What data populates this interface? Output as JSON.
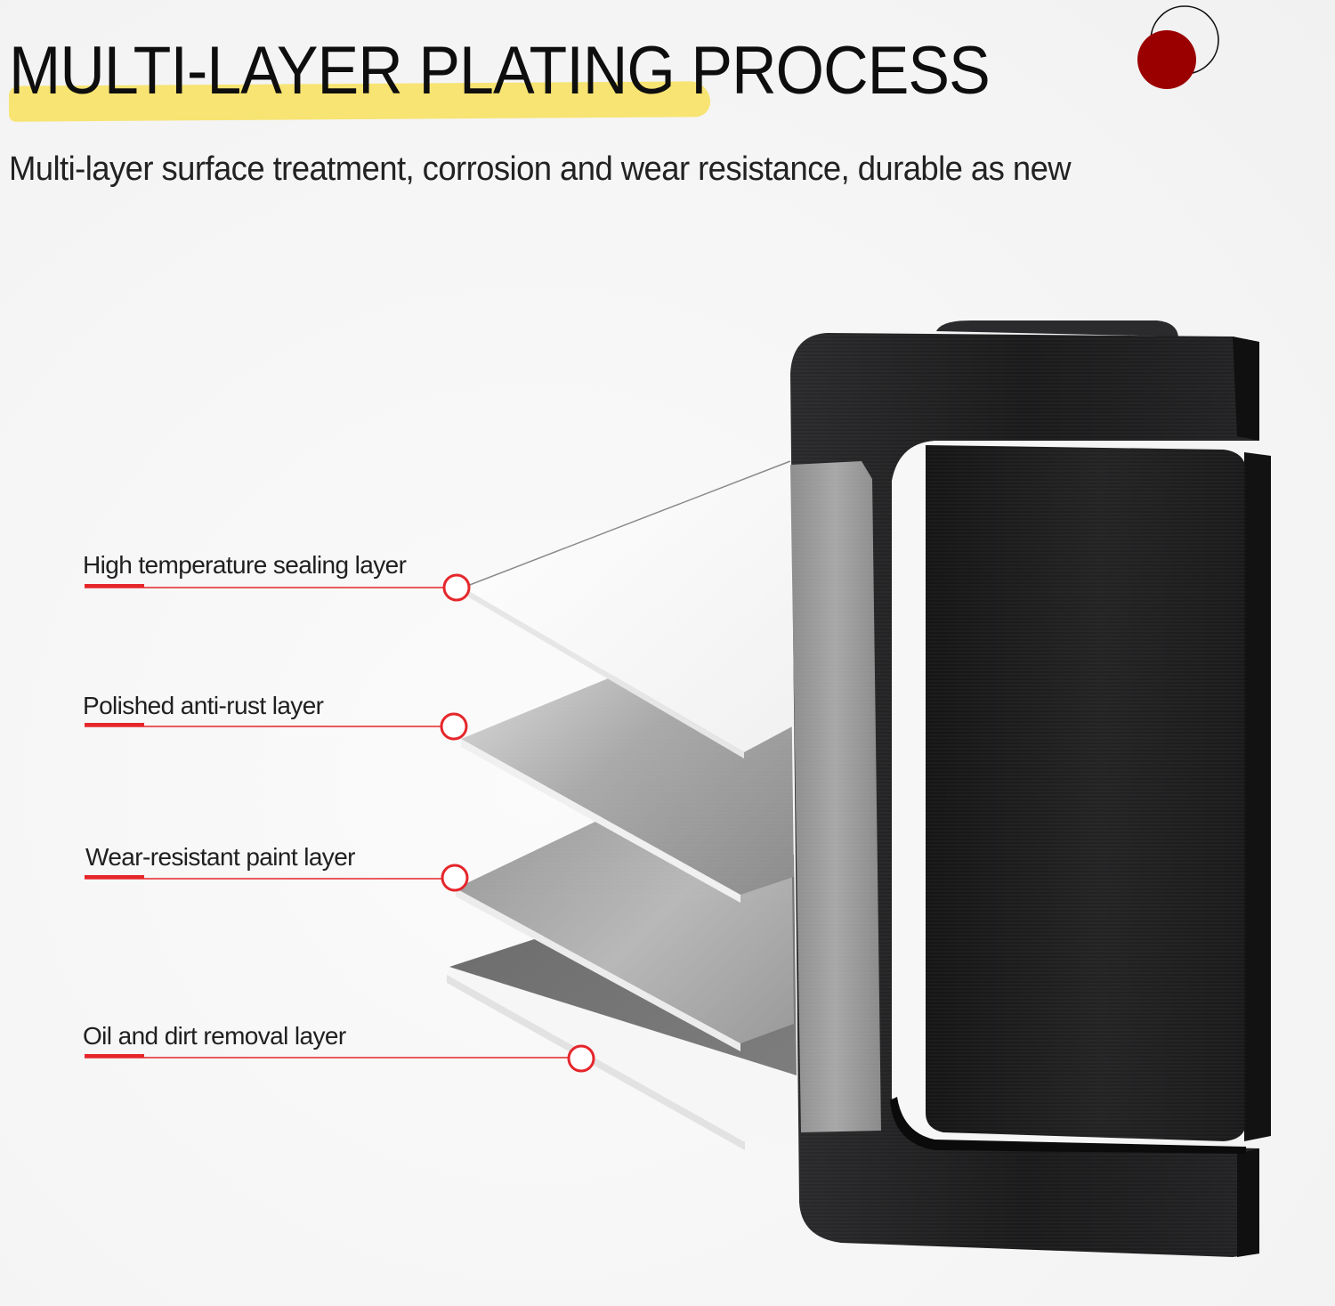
{
  "header": {
    "title": "MULTI-LAYER PLATING PROCESS",
    "subtitle": "Multi-layer surface treatment, corrosion and wear resistance, durable as new"
  },
  "layers": [
    {
      "label": "High temperature sealing layer"
    },
    {
      "label": "Polished anti-rust layer"
    },
    {
      "label": "Wear-resistant paint layer"
    },
    {
      "label": "Oil and dirt removal layer"
    }
  ],
  "colors": {
    "highlight": "#f7e36a",
    "accent_red": "#e5262b",
    "brand_dot": "#9b0000",
    "product_black": "#1c1c1e"
  }
}
